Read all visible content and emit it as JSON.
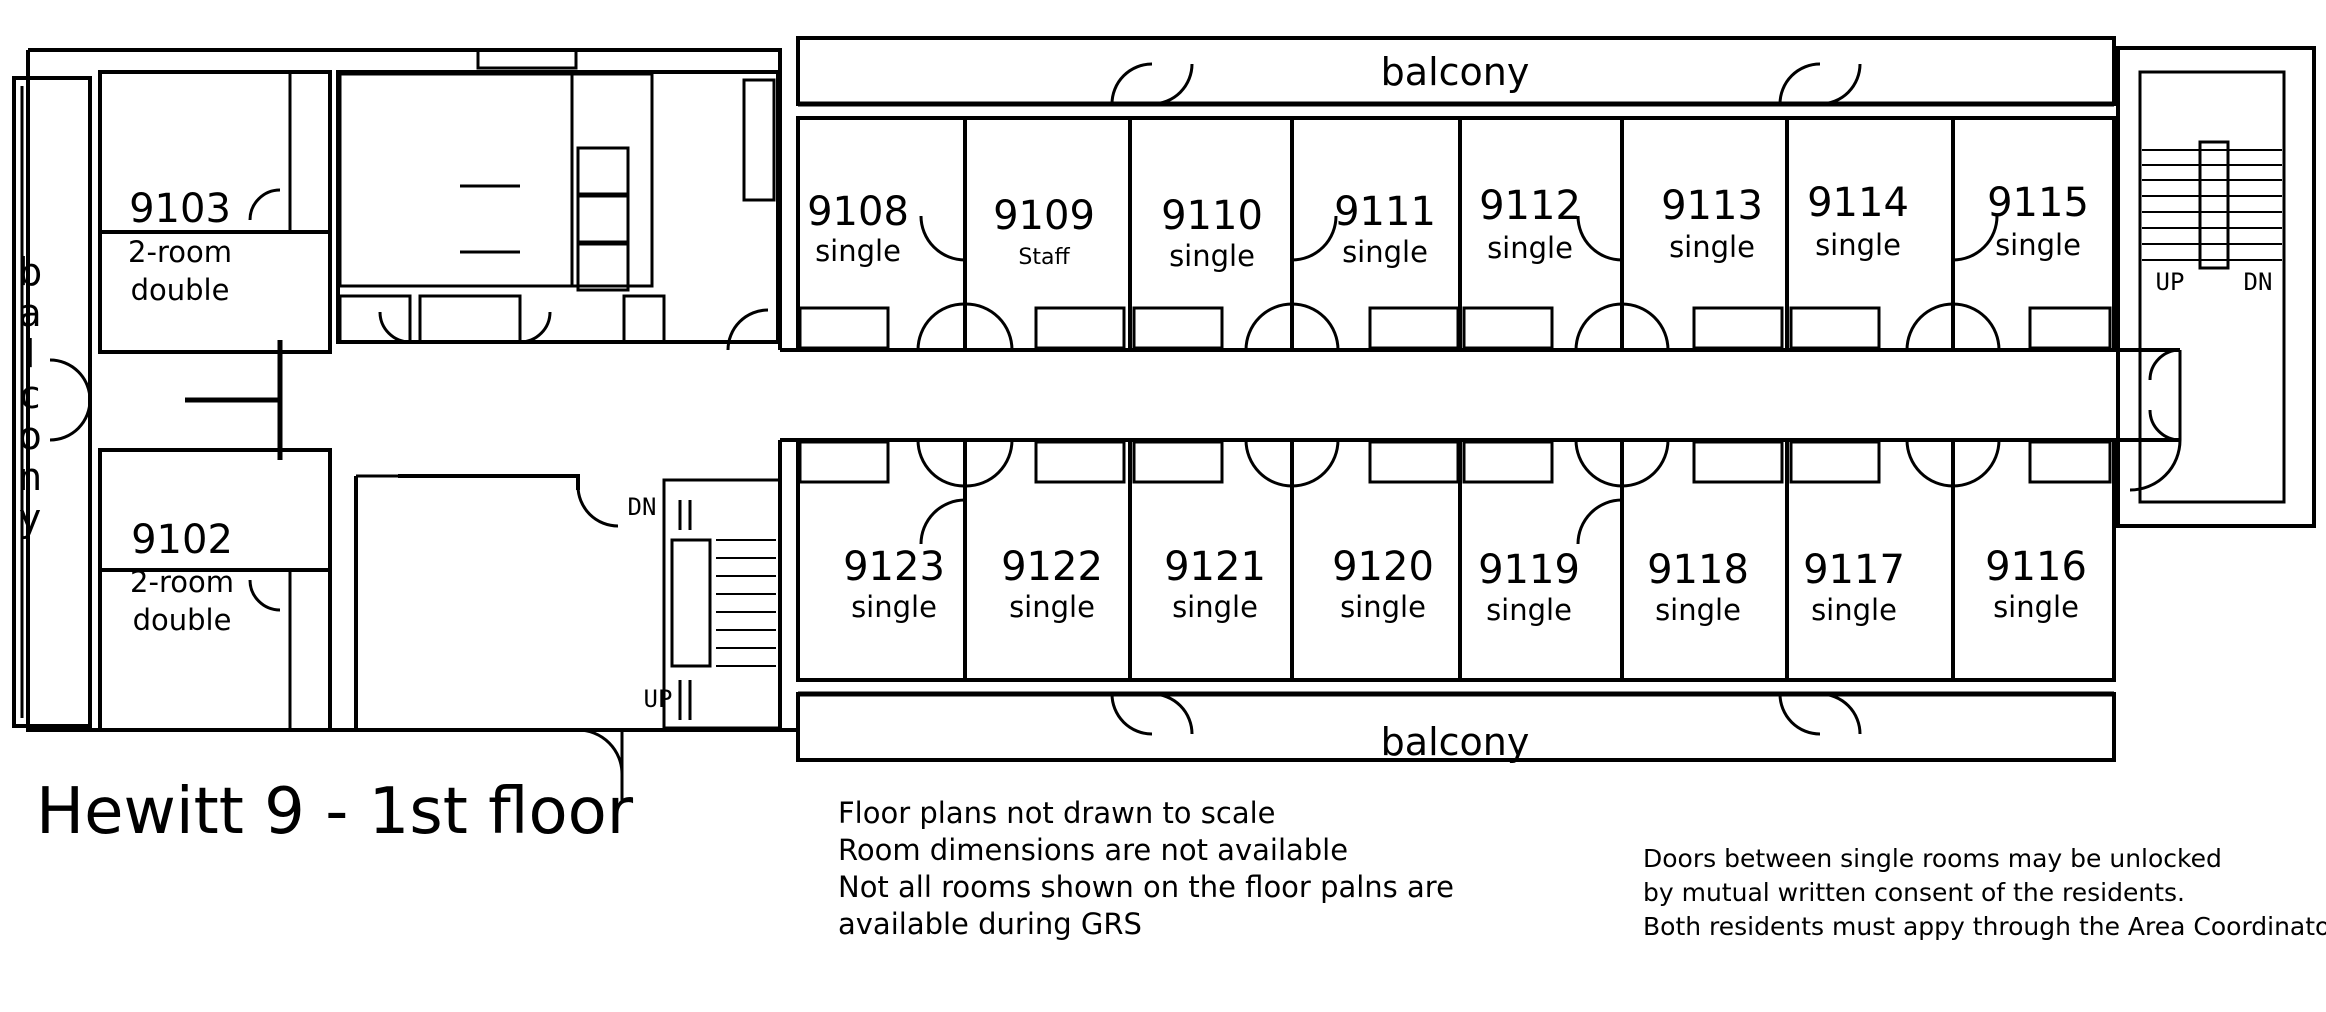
{
  "title": "Hewitt 9 - 1st floor",
  "balconies": {
    "top": "balcony",
    "bottom": "balcony",
    "left_letters": [
      "b",
      "a",
      "l",
      "c",
      "o",
      "n",
      "y"
    ]
  },
  "rooms_top": [
    {
      "number": "9108",
      "type": "single"
    },
    {
      "number": "9109",
      "type": "Staff"
    },
    {
      "number": "9110",
      "type": "single"
    },
    {
      "number": "9111",
      "type": "single"
    },
    {
      "number": "9112",
      "type": "single"
    },
    {
      "number": "9113",
      "type": "single"
    },
    {
      "number": "9114",
      "type": "single"
    },
    {
      "number": "9115",
      "type": "single"
    }
  ],
  "rooms_bottom": [
    {
      "number": "9123",
      "type": "single"
    },
    {
      "number": "9122",
      "type": "single"
    },
    {
      "number": "9121",
      "type": "single"
    },
    {
      "number": "9120",
      "type": "single"
    },
    {
      "number": "9119",
      "type": "single"
    },
    {
      "number": "9118",
      "type": "single"
    },
    {
      "number": "9117",
      "type": "single"
    },
    {
      "number": "9116",
      "type": "single"
    }
  ],
  "rooms_left": [
    {
      "number": "9103",
      "type_line1": "2-room",
      "type_line2": "double"
    },
    {
      "number": "9102",
      "type_line1": "2-room",
      "type_line2": "double"
    }
  ],
  "stair_labels": {
    "east_up": "UP",
    "east_dn": "DN",
    "west_dn": "DN",
    "west_up": "UP"
  },
  "notes_center": [
    "Floor plans not drawn to scale",
    "Room dimensions are not available",
    "Not all rooms shown on the floor palns are",
    "available during GRS"
  ],
  "notes_right": [
    "Doors between single rooms may be unlocked",
    "by mutual written consent of the residents.",
    "Both residents must appy through the Area Coordinator"
  ]
}
